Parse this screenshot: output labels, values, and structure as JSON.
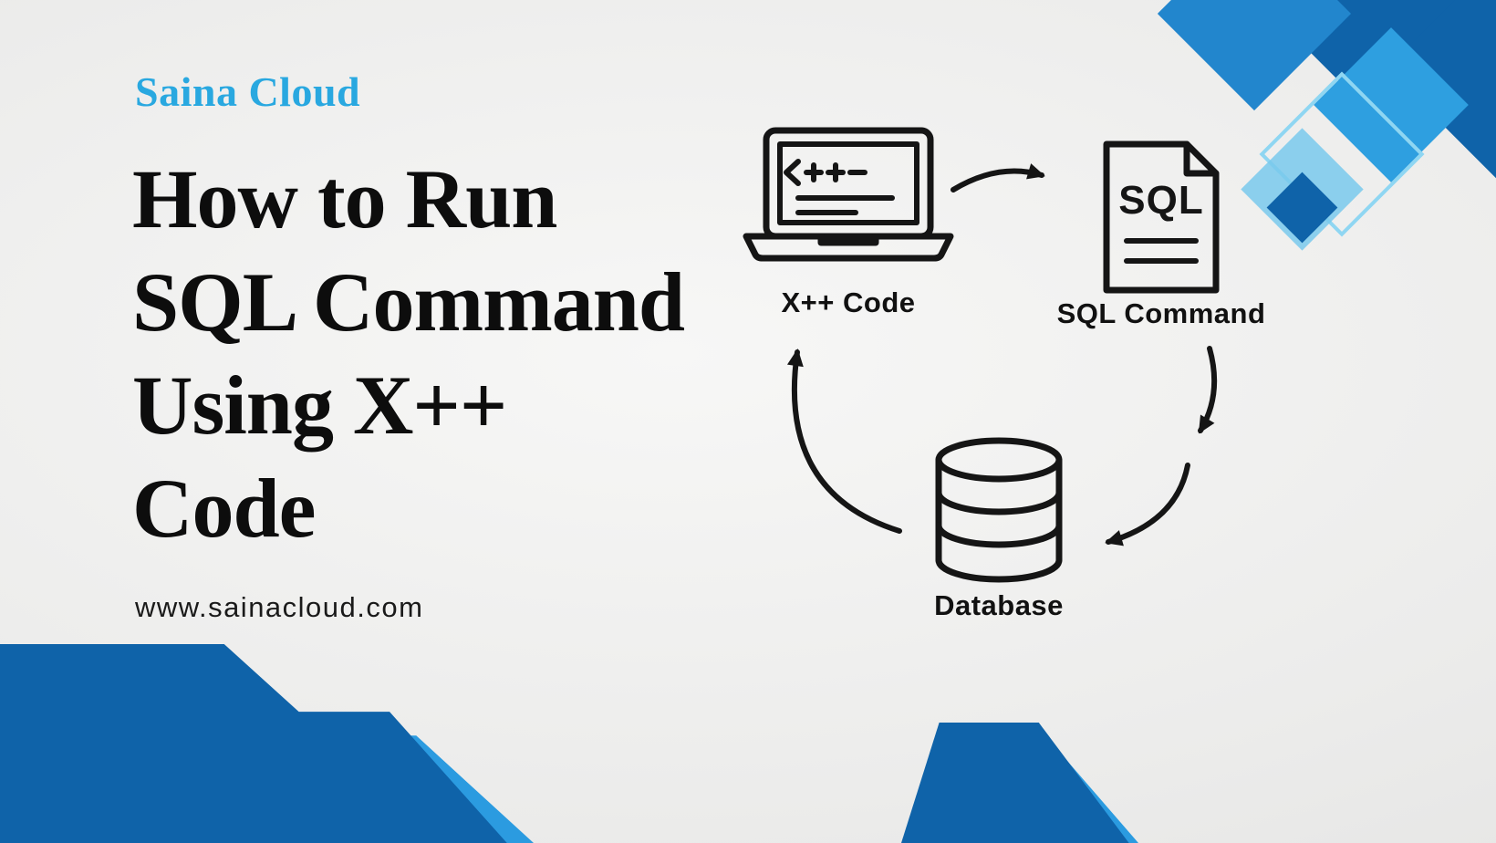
{
  "brand": {
    "name": "Saina Cloud"
  },
  "title": {
    "lines": [
      "How to Run",
      "SQL Command",
      "Using X++",
      "Code"
    ]
  },
  "website": {
    "url_text": "www.sainacloud.com"
  },
  "diagram": {
    "nodes": [
      {
        "id": "xpp-code",
        "label": "X++ Code",
        "icon": "laptop-code-icon"
      },
      {
        "id": "sql-command",
        "label": "SQL Command",
        "icon": "sql-file-icon"
      },
      {
        "id": "database",
        "label": "Database",
        "icon": "database-icon"
      }
    ],
    "sql_icon_text": "SQL",
    "flow": [
      "xpp-code -> sql-command",
      "sql-command -> database",
      "database -> xpp-code"
    ]
  },
  "colors": {
    "brand_blue": "#29a8e0",
    "shape_dark_blue": "#0f63a9",
    "shape_mid_blue": "#2286cd",
    "shape_bright_blue": "#2e9fe0",
    "shape_light_blue": "#79c9ec",
    "text_color": "#0d0d0d",
    "background": "#ebebea"
  }
}
